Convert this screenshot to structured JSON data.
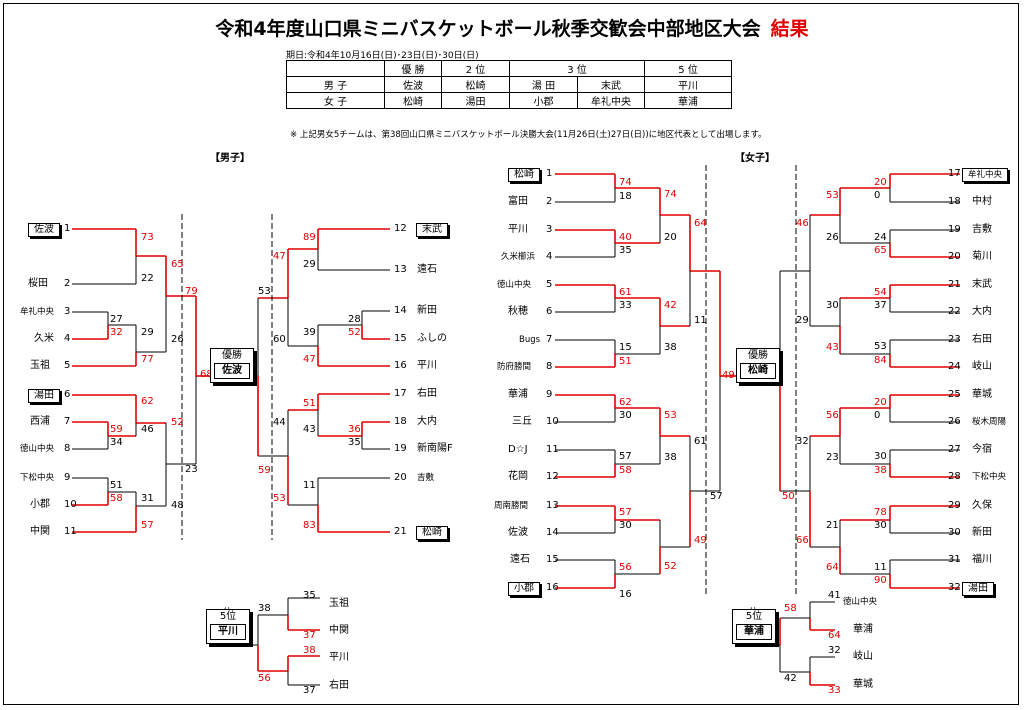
{
  "title": "令和4年度山口県ミニバスケットボール秋季交歓会中部地区大会",
  "title_result": "結果",
  "period": "期日:令和4年10月16日(日)･23日(日)･30日(日)",
  "results_table": {
    "headers": [
      "優 勝",
      "2 位",
      "3 位",
      "5 位"
    ],
    "rows": [
      {
        "label": "男 子",
        "first": "佐波",
        "second": "松崎",
        "third": [
          "湯 田",
          "末武"
        ],
        "fifth": "平川"
      },
      {
        "label": "女 子",
        "first": "松崎",
        "second": "湯田",
        "third": [
          "小郡",
          "牟礼中央"
        ],
        "fifth": "華浦"
      }
    ]
  },
  "note": "※ 上記男女5チームは、第38回山口県ミニバスケットボール決勝大会(11月26日(土)27日(日))に地区代表として出場します。",
  "boys": {
    "header": "【男子】",
    "champion_label": "優勝",
    "champion": "佐波",
    "fifth_label": "5位",
    "fifth": "平川",
    "teams": [
      "佐波",
      "桜田",
      "牟礼中央",
      "久米",
      "玉祖",
      "湯田",
      "西浦",
      "徳山中央",
      "下松中央",
      "小郡",
      "中関",
      "末武",
      "遠石",
      "新田",
      "ふしの",
      "平川",
      "右田",
      "大内",
      "新南陽F",
      "吉敷",
      "松崎"
    ],
    "numbers": [
      "1",
      "2",
      "3",
      "4",
      "5",
      "6",
      "7",
      "8",
      "9",
      "10",
      "11",
      "12",
      "13",
      "14",
      "15",
      "16",
      "17",
      "18",
      "19",
      "20",
      "21"
    ],
    "scores": [
      "73",
      "22",
      "27",
      "32",
      "29",
      "77",
      "65",
      "26",
      "79",
      "62",
      "59",
      "46",
      "34",
      "52",
      "51",
      "58",
      "31",
      "57",
      "48",
      "23",
      "68",
      "31",
      "89",
      "29",
      "28",
      "52",
      "39",
      "47",
      "53",
      "60",
      "47",
      "51",
      "36",
      "35",
      "43",
      "11",
      "44",
      "83",
      "53",
      "59",
      "38",
      "35",
      "37",
      "38",
      "56",
      "37"
    ]
  },
  "girls": {
    "header": "【女子】",
    "champion_label": "優勝",
    "champion": "松崎",
    "fifth_label": "5位",
    "fifth": "華浦",
    "teams": [
      "松崎",
      "富田",
      "平川",
      "久米櫛浜",
      "徳山中央",
      "秋穂",
      "Bugs",
      "防府勝間",
      "華浦",
      "三丘",
      "D☆J",
      "花岡",
      "周南勝間",
      "佐波",
      "遠石",
      "小郡",
      "牟礼中央",
      "中村",
      "吉敷",
      "菊川",
      "末武",
      "大内",
      "右田",
      "岐山",
      "華城",
      "桜木周陽",
      "今宿",
      "下松中央",
      "久保",
      "新田",
      "福川",
      "湯田"
    ],
    "numbers": [
      "1",
      "2",
      "3",
      "4",
      "5",
      "6",
      "7",
      "8",
      "9",
      "10",
      "11",
      "12",
      "13",
      "14",
      "15",
      "16",
      "17",
      "18",
      "19",
      "20",
      "21",
      "22",
      "23",
      "24",
      "25",
      "26",
      "27",
      "28",
      "29",
      "30",
      "31",
      "32"
    ],
    "scores": [
      "74",
      "18",
      "40",
      "35",
      "61",
      "33",
      "51",
      "15",
      "74",
      "20",
      "42",
      "38",
      "64",
      "11",
      "62",
      "30",
      "57",
      "58",
      "53",
      "38",
      "57",
      "30",
      "56",
      "16",
      "52",
      "61",
      "49",
      "57",
      "49",
      "53",
      "41",
      "20",
      "0",
      "24",
      "65",
      "54",
      "37",
      "53",
      "84",
      "53",
      "26",
      "30",
      "43",
      "46",
      "29",
      "20",
      "0",
      "30",
      "38",
      "78",
      "30",
      "11",
      "90",
      "56",
      "23",
      "21",
      "64",
      "32",
      "66",
      "50",
      "37",
      "41",
      "64",
      "58",
      "32",
      "33",
      "42"
    ]
  }
}
